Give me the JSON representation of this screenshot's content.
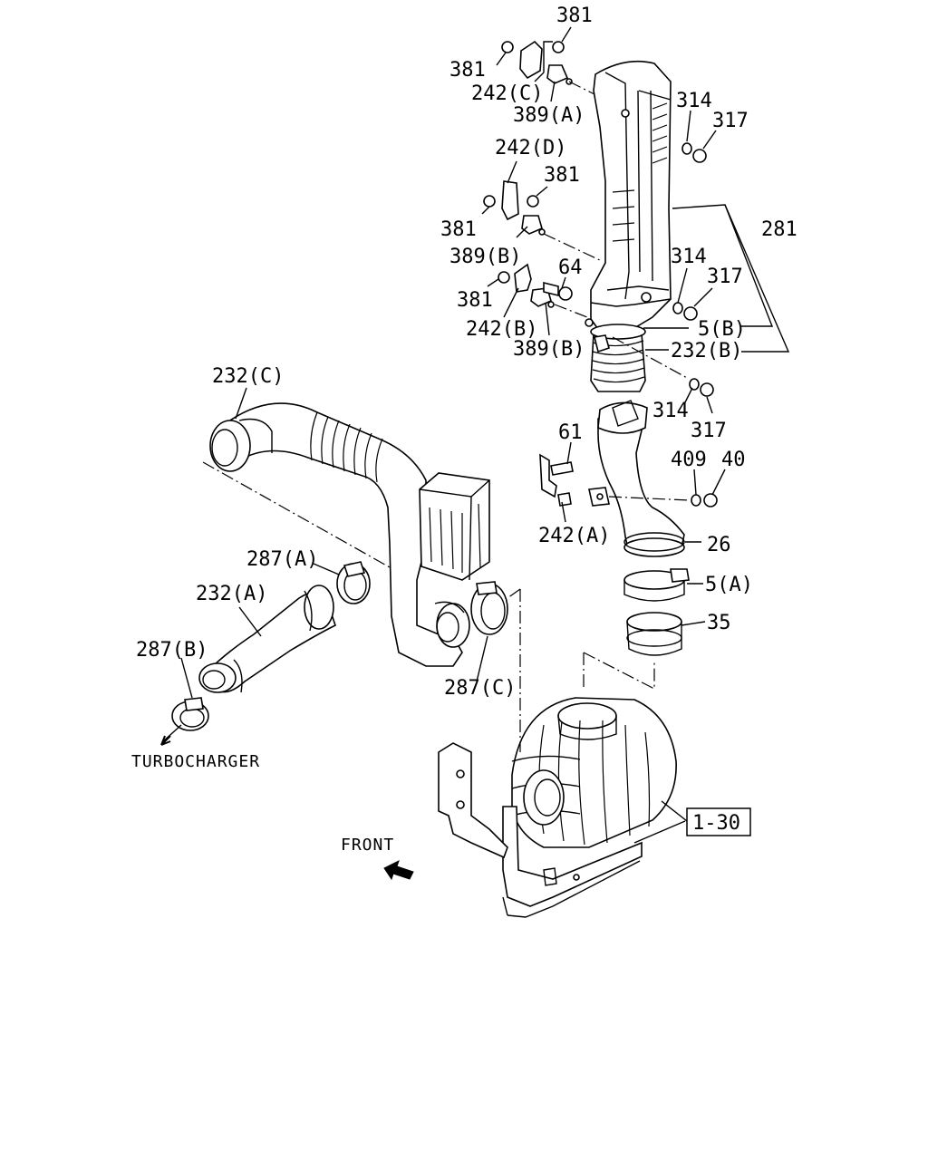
{
  "diagram": {
    "callouts": {
      "c381_top": "381",
      "c381_left_top": "381",
      "c242c": "242(C)",
      "c389a": "389(A)",
      "c314_top": "314",
      "c317_top": "317",
      "c242d": "242(D)",
      "c381_mid": "381",
      "c381_mid_left": "381",
      "c389b_top": "389(B)",
      "c281": "281",
      "c64": "64",
      "c314_mid": "314",
      "c317_mid": "317",
      "c381_low": "381",
      "c242b": "242(B)",
      "c389b_low": "389(B)",
      "c5b": "5(B)",
      "c232b": "232(B)",
      "c232c": "232(C)",
      "c314_low": "314",
      "c317_low": "317",
      "c61": "61",
      "c409": "409",
      "c40": "40",
      "c242a": "242(A)",
      "c26": "26",
      "c287a": "287(A)",
      "c5a": "5(A)",
      "c232a": "232(A)",
      "c35": "35",
      "c287b": "287(B)",
      "c287c": "287(C)",
      "c_turbo": "TURBOCHARGER",
      "c1_30": "1-30",
      "c_front": "FRONT"
    }
  }
}
